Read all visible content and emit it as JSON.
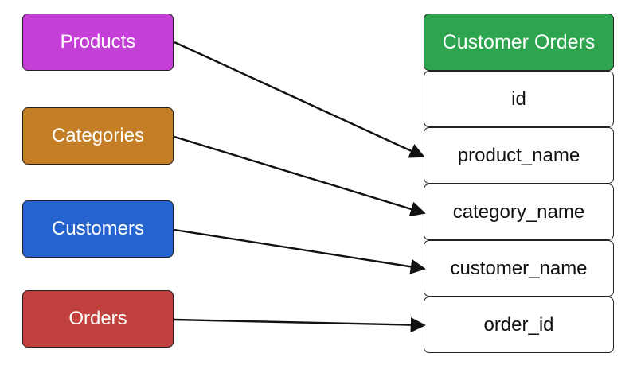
{
  "sources": [
    {
      "label": "Products",
      "color": "#c43fd5"
    },
    {
      "label": "Categories",
      "color": "#c47f26"
    },
    {
      "label": "Customers",
      "color": "#2563cf"
    },
    {
      "label": "Orders",
      "color": "#c0403d"
    }
  ],
  "target": {
    "title": "Customer Orders",
    "color": "#2ea44f",
    "fields": [
      "id",
      "product_name",
      "category_name",
      "customer_name",
      "order_id"
    ]
  },
  "edges": [
    {
      "from": "Products",
      "to": "product_name"
    },
    {
      "from": "Categories",
      "to": "category_name"
    },
    {
      "from": "Customers",
      "to": "customer_name"
    },
    {
      "from": "Orders",
      "to": "order_id"
    }
  ]
}
